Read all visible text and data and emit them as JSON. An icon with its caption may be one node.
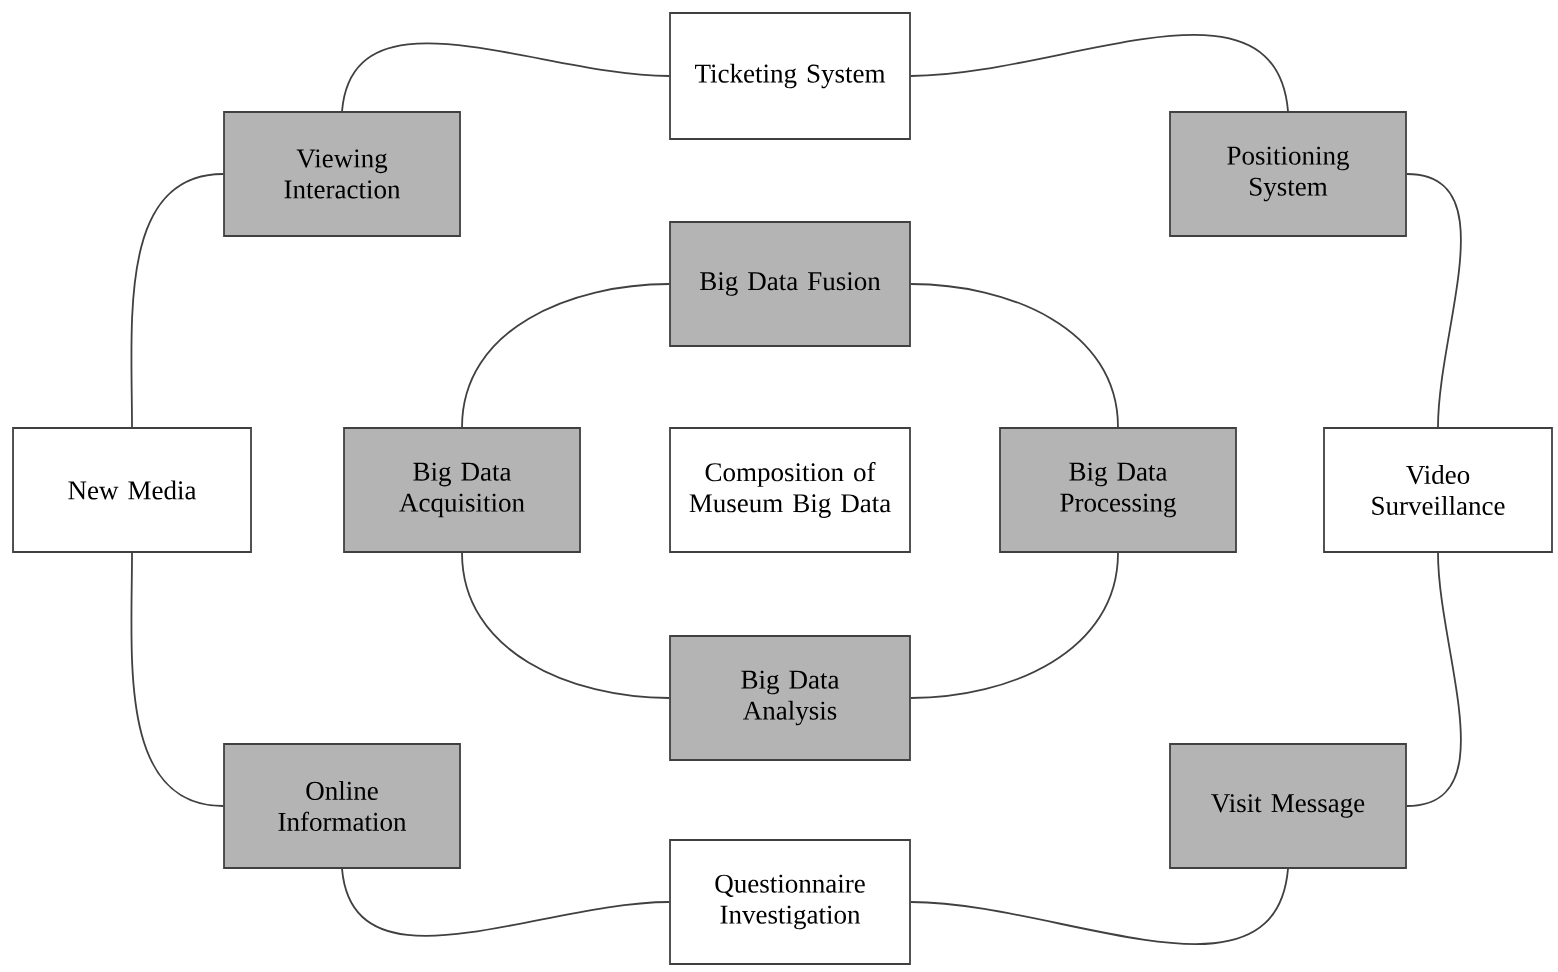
{
  "diagram": {
    "nodes": [
      {
        "text": [
          "Ticketing System"
        ]
      },
      {
        "text": [
          "Viewing Interaction"
        ]
      },
      {
        "text": [
          "Positioning System"
        ]
      },
      {
        "text": [
          "Big Data Fusion"
        ]
      },
      {
        "text": [
          "New Media"
        ]
      },
      {
        "text": [
          "Big Data Acquisition"
        ]
      },
      {
        "text": [
          "Composition of Museum Big Data"
        ]
      },
      {
        "text": [
          "Big Data Processing"
        ]
      },
      {
        "text": [
          "Video Surveillance"
        ]
      },
      {
        "text": [
          "Big Data Analysis"
        ]
      },
      {
        "text": [
          "Online Information"
        ]
      },
      {
        "text": [
          "Visit Message"
        ]
      },
      {
        "text": [
          "Questionnaire Investigation"
        ]
      }
    ],
    "edges": [
      {
        "from": 0,
        "to": 2,
        "arrow": "none"
      },
      {
        "from": 2,
        "to": 8,
        "arrow": "none"
      },
      {
        "from": 8,
        "to": 11,
        "arrow": "none"
      },
      {
        "from": 11,
        "to": 12,
        "arrow": "none"
      },
      {
        "from": 12,
        "to": 10,
        "arrow": "none"
      },
      {
        "from": 10,
        "to": 4,
        "arrow": "none"
      },
      {
        "from": 4,
        "to": 1,
        "arrow": "none"
      },
      {
        "from": 1,
        "to": 0,
        "arrow": "none"
      },
      {
        "from": 3,
        "to": 7,
        "arrow": "none"
      },
      {
        "from": 7,
        "to": 9,
        "arrow": "none"
      },
      {
        "from": 9,
        "to": 5,
        "arrow": "none"
      },
      {
        "from": 5,
        "to": 3,
        "arrow": "none"
      }
    ]
  }
}
